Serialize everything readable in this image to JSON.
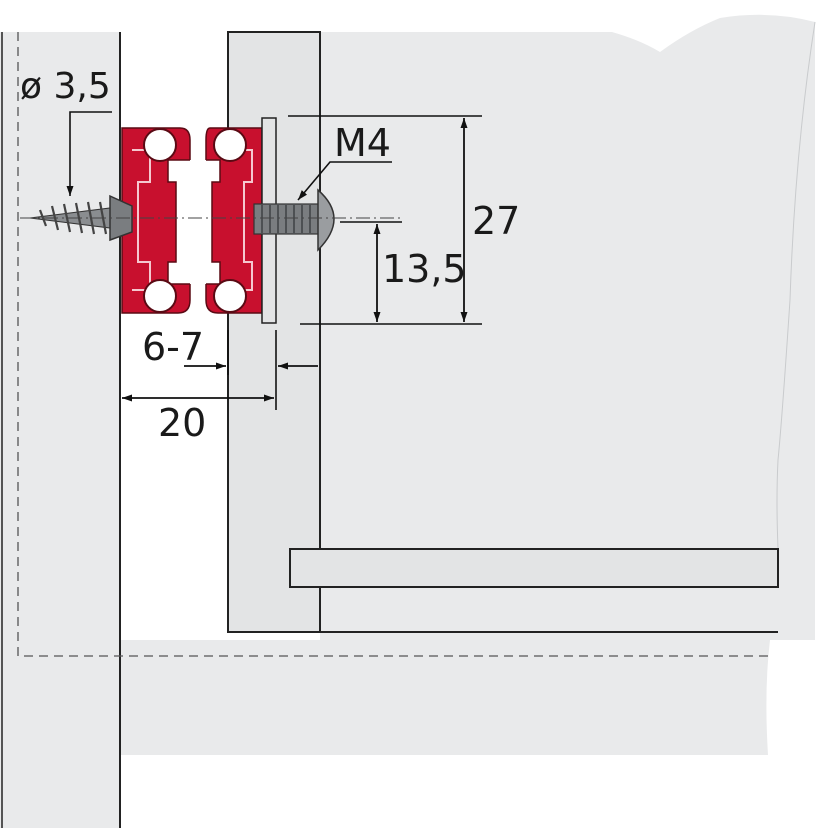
{
  "labels": {
    "screw_diameter": "ø 3,5",
    "bolt": "M4",
    "height_total": "27",
    "height_half": "13,5",
    "gap": "6-7",
    "width": "20"
  },
  "colors": {
    "panel_fill": "#e9eaeb",
    "panel_stroke": "#222222",
    "slide_red": "#c8102e",
    "slide_inner": "#ffffff",
    "screw_gray": "#7a7d80",
    "dim_line": "#111111"
  }
}
